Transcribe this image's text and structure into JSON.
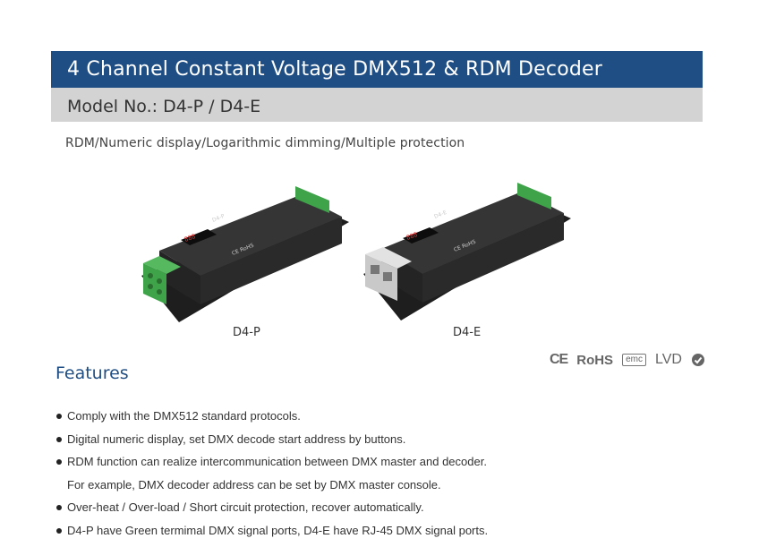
{
  "header": {
    "title": "4 Channel Constant Voltage DMX512 & RDM Decoder",
    "model": "Model No.: D4-P / D4-E"
  },
  "tagline": "RDM/Numeric display/Logarithmic dimming/Multiple protection",
  "products": [
    {
      "label": "D4-P",
      "model_mark": "D4-P",
      "port": "green-terminal"
    },
    {
      "label": "D4-E",
      "model_mark": "D4-E",
      "port": "rj45"
    }
  ],
  "features": {
    "title": "Features",
    "items": [
      "Comply with the DMX512 standard protocols.",
      "Digital numeric display, set DMX decode start address by buttons.",
      "RDM function can realize intercommunication between DMX master and decoder.",
      "For example, DMX decoder address can be set by DMX master console.",
      "Over-heat / Over-load / Short circuit protection, recover automatically.",
      "D4-P have Green termimal DMX signal ports, D4-E have RJ-45 DMX signal ports."
    ]
  },
  "certifications": {
    "ce": "CE",
    "rohs": "RoHS",
    "emc": "emc",
    "lvd": "LVD"
  },
  "colors": {
    "title_bar": "#1f4e84",
    "model_bar": "#d3d3d3",
    "device_body": "#2b2b2b",
    "terminal_green": "#3fa34a"
  }
}
